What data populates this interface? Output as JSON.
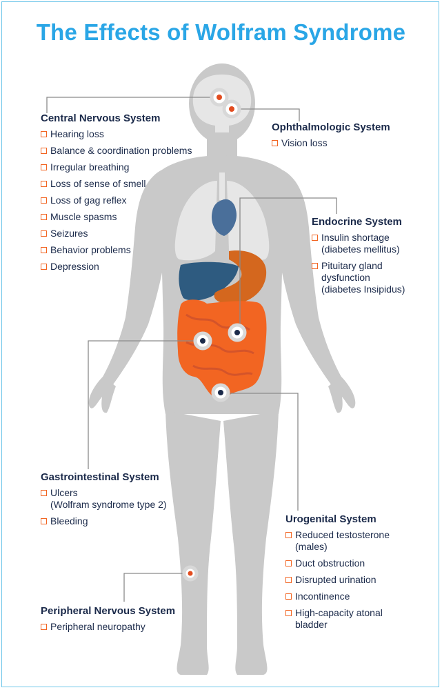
{
  "title": "The Effects of Wolfram Syndrome",
  "colors": {
    "title": "#2aa6e6",
    "body": "#c9c9c9",
    "lungs": "#e6e6e6",
    "heart": "#4a6f9a",
    "liver": "#2e5b80",
    "stomach": "#d4671e",
    "intestine": "#f26522",
    "marker_ring": "#d8d8d8",
    "marker_dot": "#e24c1f",
    "marker_dot_dark": "#1b2a4a",
    "heading_text": "#1b2a4a",
    "bullet": "#f26522"
  },
  "systems": {
    "cns": {
      "heading": "Central Nervous System",
      "items": [
        "Hearing loss",
        "Balance & coordination problems",
        "Irregular breathing",
        "Loss of sense of smell",
        "Loss of gag reflex",
        "Muscle spasms",
        "Seizures",
        "Behavior problems",
        "Depression"
      ]
    },
    "ophthalmologic": {
      "heading": "Ophthalmologic System",
      "items": [
        "Vision loss"
      ]
    },
    "endocrine": {
      "heading": "Endocrine System",
      "items": [
        "Insulin shortage\n(diabetes mellitus)",
        "Pituitary gland\ndysfunction\n(diabetes Insipidus)"
      ]
    },
    "gastro": {
      "heading": "Gastrointestinal System",
      "items": [
        "Ulcers\n(Wolfram syndrome type 2)",
        "Bleeding"
      ]
    },
    "urogenital": {
      "heading": "Urogenital System",
      "items": [
        "Reduced testosterone\n(males)",
        "Duct obstruction",
        "Disrupted urination",
        "Incontinence",
        "High-capacity atonal\nbladder"
      ]
    },
    "peripheral": {
      "heading": "Peripheral Nervous System",
      "items": [
        "Peripheral neuropathy"
      ]
    }
  }
}
